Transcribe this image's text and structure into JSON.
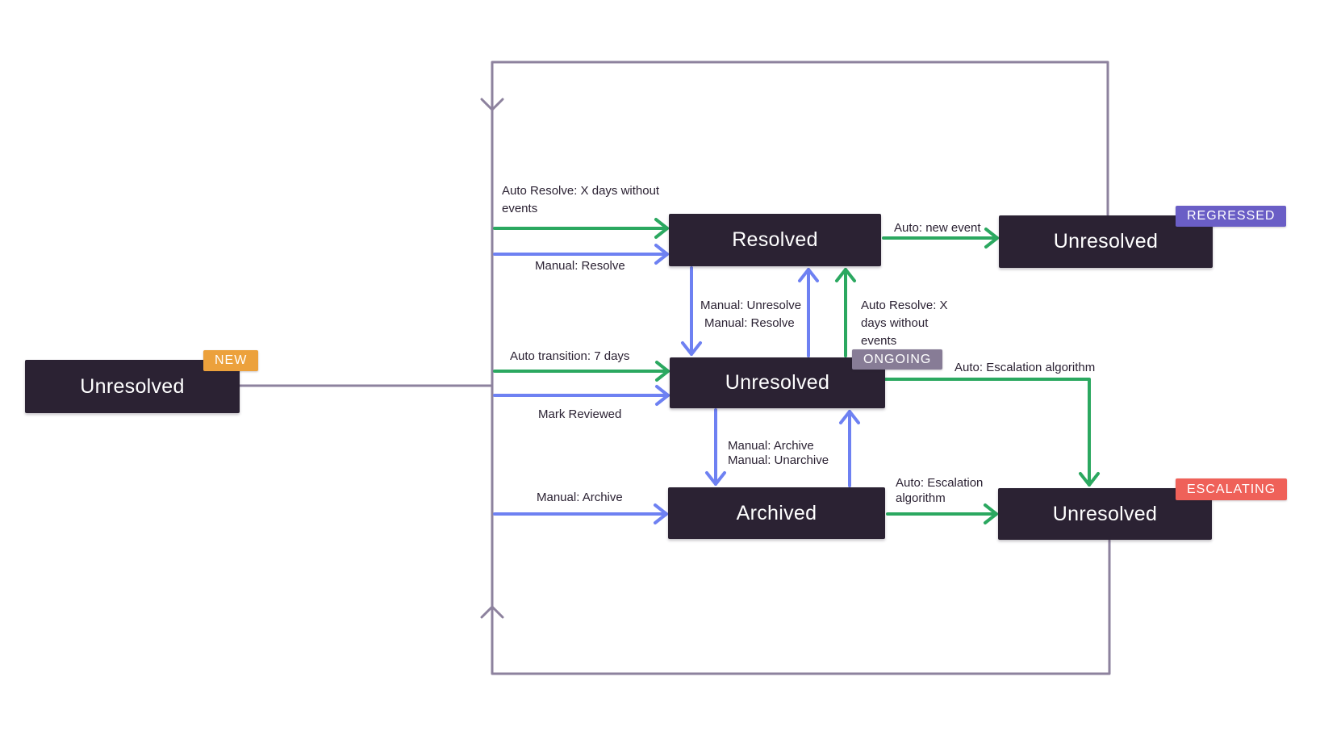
{
  "colors": {
    "node_bg": "#2B2233",
    "node_text": "#FFFFFF",
    "label_text": "#2B2233",
    "green": "#2BA860",
    "blue": "#6E81F2",
    "loop": "#8D829E",
    "badge_new": "#ECA13C",
    "badge_regressed": "#6A5EC6",
    "badge_ongoing": "#877C96",
    "badge_escalating": "#EF6159",
    "background": "#FFFFFF"
  },
  "nodes": [
    {
      "id": "new",
      "label": "Unresolved",
      "badge": "NEW"
    },
    {
      "id": "resolved",
      "label": "Resolved"
    },
    {
      "id": "regressed",
      "label": "Unresolved",
      "badge": "REGRESSED"
    },
    {
      "id": "ongoing",
      "label": "Unresolved",
      "badge": "ONGOING"
    },
    {
      "id": "archived",
      "label": "Archived"
    },
    {
      "id": "escalating",
      "label": "Unresolved",
      "badge": "ESCALATING"
    }
  ],
  "edge_labels": {
    "auto_resolve_top": "Auto Resolve: X days without events",
    "manual_resolve_top": "Manual: Resolve",
    "auto_new_event": "Auto: new event",
    "manual_unresolve": "Manual: Unresolve",
    "manual_resolve_mid": "Manual: Resolve",
    "auto_resolve_mid": "Auto Resolve: X days without events",
    "auto_transition": "Auto transition: 7 days",
    "mark_reviewed": "Mark Reviewed",
    "manual_archive_mid": "Manual: Archive",
    "manual_unarchive": "Manual: Unarchive",
    "manual_archive_left": "Manual: Archive",
    "auto_escalation_right": "Auto: Escalation algorithm",
    "auto_escalation_bottom": "Auto: Escalation algorithm"
  }
}
